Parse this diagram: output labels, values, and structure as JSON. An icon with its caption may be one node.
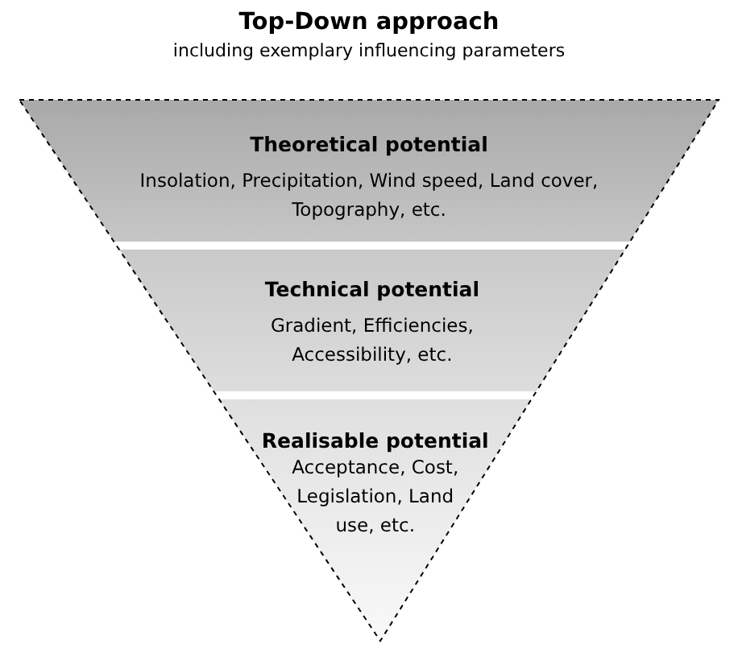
{
  "diagram": {
    "title": "Top-Down approach",
    "nodes": [
      {
        "text": [
          "Theoretical potential",
          "Insolation, Precipitation, Wind speed, Land cover, Topography, etc."
        ]
      },
      {
        "text": [
          "Technical potential",
          "Gradient, Efficiencies, Accessibility, etc."
        ]
      },
      {
        "text": [
          "Realisable potential",
          "Acceptance, Cost, Legislation, Land use, etc."
        ]
      }
    ],
    "labels": [
      "including exemplary influencing parameters"
    ]
  }
}
